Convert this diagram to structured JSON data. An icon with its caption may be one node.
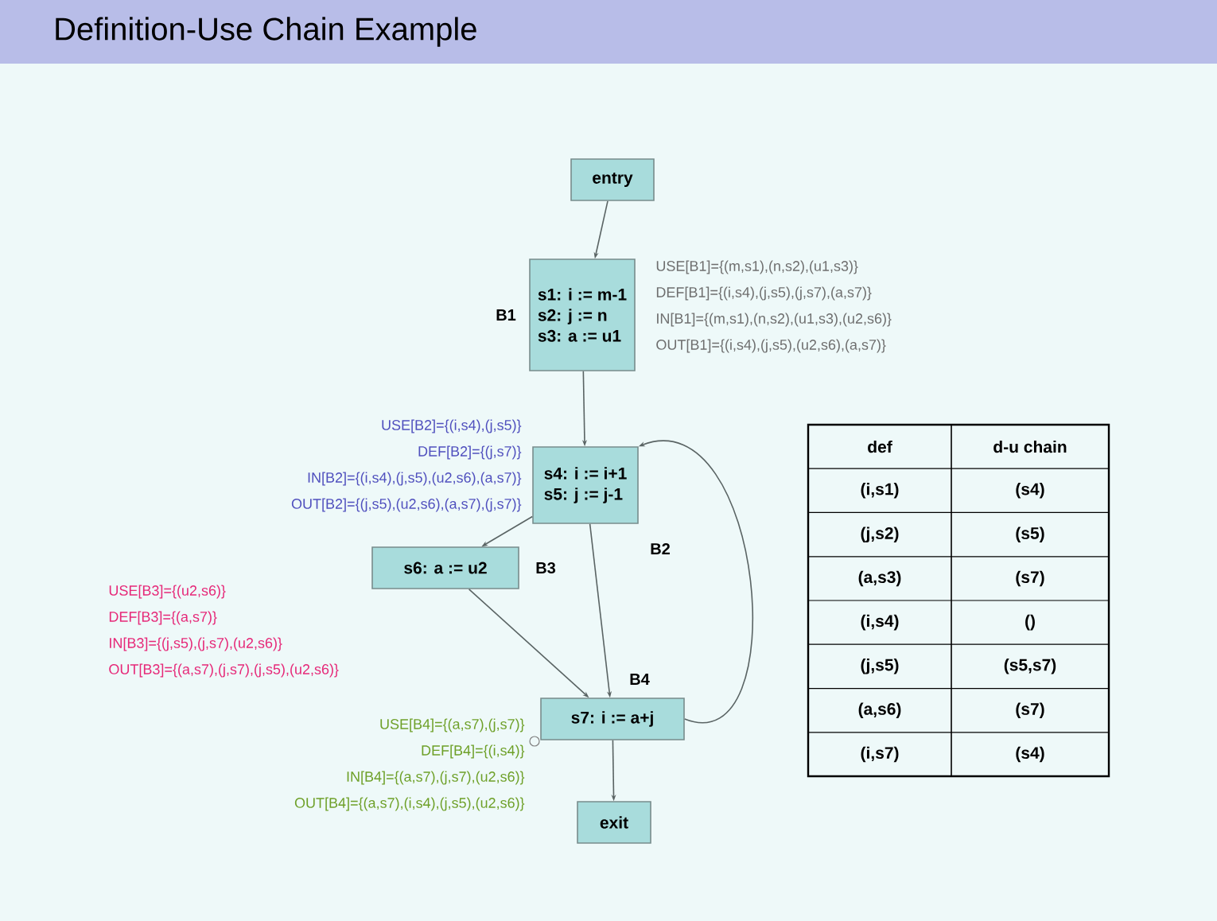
{
  "diagram": {
    "title": "Definition-Use Chain Example",
    "nodes": [
      {
        "text": [
          "entry"
        ]
      },
      {
        "text": [
          "s1: i := m-1",
          "s2: j := n",
          "s3: a := u1"
        ],
        "beside": [
          "B1"
        ]
      },
      {
        "text": [
          "s4: i := i+1",
          "s5: j := j-1"
        ],
        "beside": [
          "B2"
        ]
      },
      {
        "text": [
          "s6: a := u2"
        ],
        "beside": [
          "B3"
        ]
      },
      {
        "text": [
          "s7: i := a+j"
        ],
        "beside": [
          "B4"
        ]
      },
      {
        "text": [
          "exit"
        ]
      }
    ],
    "edges": [
      {
        "from": 0,
        "to": 1,
        "arrow": "to"
      },
      {
        "from": 1,
        "to": 2,
        "arrow": "to"
      },
      {
        "from": 2,
        "to": 3,
        "arrow": "to"
      },
      {
        "from": 2,
        "to": 4,
        "arrow": "to"
      },
      {
        "from": 3,
        "to": 4,
        "arrow": "to"
      },
      {
        "from": 4,
        "to": 5,
        "arrow": "to"
      },
      {
        "from": 4,
        "to": 2,
        "arrow": "to"
      }
    ],
    "labels": [
      "USE[B1]={(m,s1),(n,s2),(u1,s3)}",
      "DEF[B1]={(i,s4),(j,s5),(j,s7),(a,s7)}",
      "IN[B1]={(m,s1),(n,s2),(u1,s3),(u2,s6)}",
      "OUT[B1]={(i,s4),(j,s5),(u2,s6),(a,s7)}",
      "USE[B2]={(i,s4),(j,s5)}",
      "DEF[B2]={(j,s7)}",
      "IN[B2]={(i,s4),(j,s5),(u2,s6),(a,s7)}",
      "OUT[B2]={(j,s5),(u2,s6),(a,s7),(j,s7)}",
      "USE[B3]={(u2,s6)}",
      "DEF[B3]={(a,s7)}",
      "IN[B3]={(j,s5),(j,s7),(u2,s6)}",
      "OUT[B3]={(a,s7),(j,s7),(j,s5),(u2,s6)}",
      "USE[B4]={(a,s7),(j,s7)}",
      "DEF[B4]={(i,s4)}",
      "IN[B4]={(a,s7),(j,s7),(u2,s6)}",
      "OUT[B4]={(a,s7),(i,s4),(j,s5),(u2,s6)}",
      "def",
      "d-u chain",
      "(i,s1)",
      "(s4)",
      "(j,s2)",
      "(s5)",
      "(a,s3)",
      "(s7)",
      "(i,s4)",
      "()",
      "(j,s5)",
      "(s5,s7)",
      "(a,s6)",
      "(s7)",
      "(i,s7)",
      "(s4)"
    ]
  }
}
